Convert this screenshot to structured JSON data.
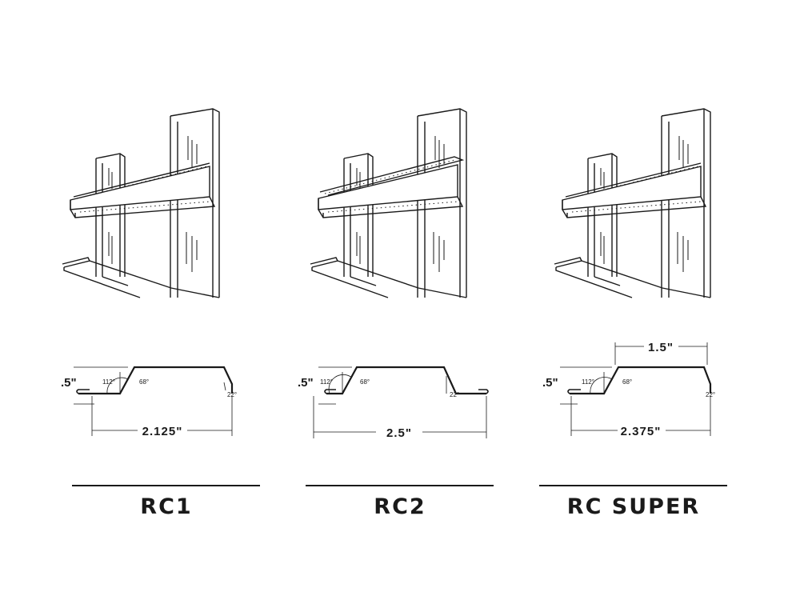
{
  "panels": [
    {
      "name": "RC1",
      "height_label": ".5\"",
      "width_label": "2.125\"",
      "top_label": "",
      "angle_left": "112°",
      "angle_right": "68°",
      "angle_lip": "22°"
    },
    {
      "name": "RC2",
      "height_label": ".5\"",
      "width_label": "2.5\"",
      "top_label": "",
      "angle_left": "112°",
      "angle_right": "68°",
      "angle_lip": "22°"
    },
    {
      "name": "RC SUPER",
      "height_label": ".5\"",
      "width_label": "2.375\"",
      "top_label": "1.5\"",
      "angle_left": "112°",
      "angle_right": "68°",
      "angle_lip": "22°"
    }
  ],
  "colors": {
    "line": "#1a1a1a",
    "background": "#ffffff"
  }
}
